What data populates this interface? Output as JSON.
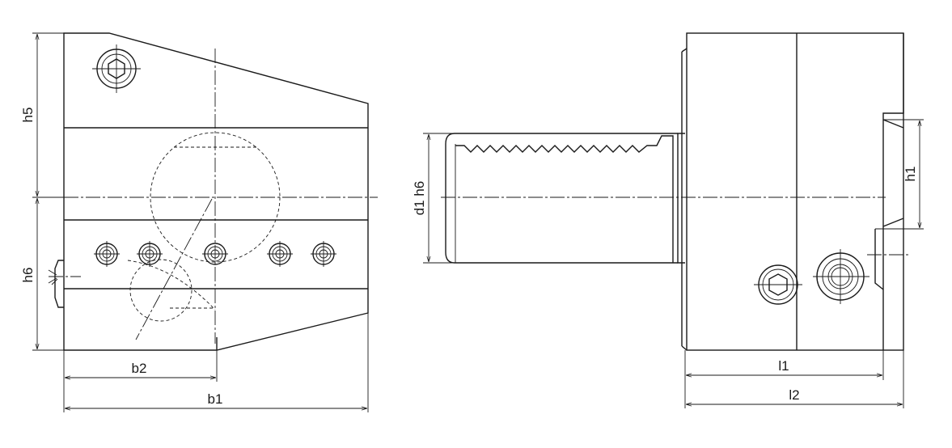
{
  "labels": {
    "h5": "h5",
    "h6": "h6",
    "b2": "b2",
    "b1": "b1",
    "d1h6": "d1 h6",
    "h1": "h1",
    "l1": "l1",
    "l2": "l2"
  }
}
